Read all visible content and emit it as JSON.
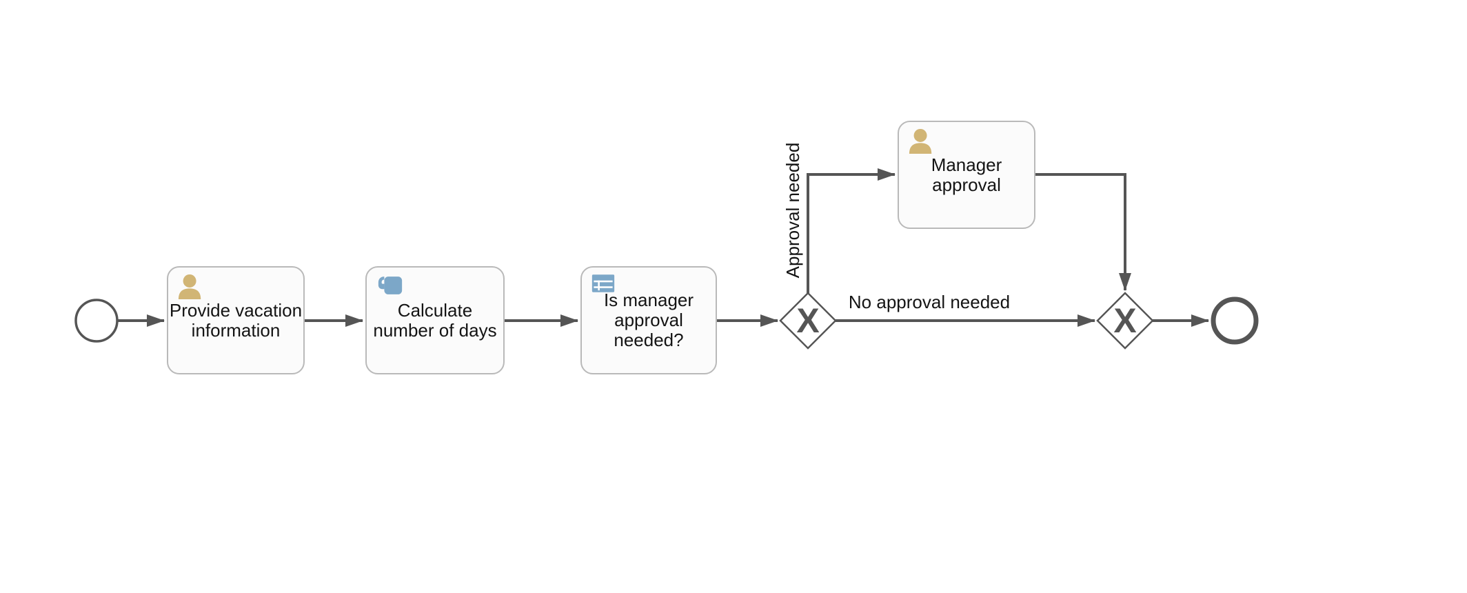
{
  "process": {
    "start_event": {
      "name": "start-event"
    },
    "end_event": {
      "name": "end-event"
    },
    "tasks": [
      {
        "id": "provide-vacation-information",
        "label": "Provide vacation\ninformation",
        "icon": "user-icon",
        "type": "user-task"
      },
      {
        "id": "calculate-number-of-days",
        "label": "Calculate\nnumber of days",
        "icon": "script-icon",
        "type": "script-task"
      },
      {
        "id": "is-manager-approval-needed",
        "label": "Is manager\napproval\nneeded?",
        "icon": "business-rule-icon",
        "type": "business-rule-task"
      },
      {
        "id": "manager-approval",
        "label": "Manager\napproval",
        "icon": "user-icon",
        "type": "user-task"
      }
    ],
    "gateways": [
      {
        "id": "exclusive-gateway-split",
        "symbol": "X"
      },
      {
        "id": "exclusive-gateway-join",
        "symbol": "X"
      }
    ],
    "edge_labels": [
      {
        "id": "approval-needed",
        "text": "Approval needed"
      },
      {
        "id": "no-approval-needed",
        "text": "No approval needed"
      }
    ],
    "colors": {
      "line": "#555555",
      "task_fill": "#fbfbfb",
      "task_border": "#b9b9b9",
      "user_icon": "#d1b575",
      "tech_icon": "#7ca7c8",
      "text": "#141414"
    }
  }
}
